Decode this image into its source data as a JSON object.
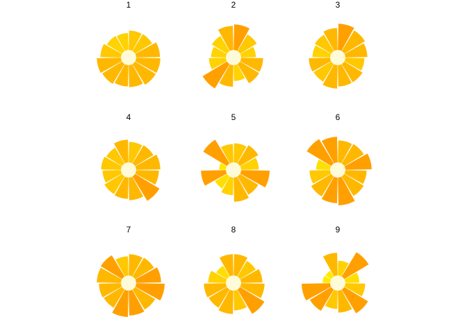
{
  "chart_data": {
    "type": "pie",
    "subtype": "radial flower glyphs (12 petals, radius = value)",
    "panels": [
      {
        "label": "1",
        "values": [
          0.75,
          0.76,
          0.87,
          0.88,
          0.88,
          0.82,
          0.8,
          0.85,
          0.88,
          0.78,
          0.7,
          0.68
        ]
      },
      {
        "label": "2",
        "values": [
          0.92,
          0.75,
          0.62,
          0.82,
          0.83,
          0.65,
          0.81,
          1.0,
          0.68,
          0.62,
          0.7,
          0.88
        ]
      },
      {
        "label": "3",
        "values": [
          0.94,
          0.88,
          0.82,
          0.74,
          0.8,
          0.8,
          0.86,
          0.78,
          0.8,
          0.7,
          0.74,
          0.82
        ]
      },
      {
        "label": "4",
        "values": [
          0.78,
          0.8,
          0.88,
          0.84,
          1.0,
          0.84,
          0.8,
          0.78,
          0.72,
          0.76,
          0.72,
          0.84
        ]
      },
      {
        "label": "5",
        "values": [
          0.74,
          0.8,
          0.7,
          1.0,
          0.8,
          0.88,
          0.7,
          0.6,
          0.9,
          0.4,
          0.98,
          0.72
        ]
      },
      {
        "label": "6",
        "values": [
          0.82,
          0.84,
          0.94,
          0.8,
          0.84,
          0.98,
          0.92,
          0.86,
          0.78,
          0.6,
          1.0,
          0.92
        ]
      },
      {
        "label": "7",
        "values": [
          0.8,
          0.82,
          0.9,
          1.0,
          0.86,
          0.9,
          0.94,
          0.8,
          0.82,
          0.88,
          0.9,
          0.74
        ]
      },
      {
        "label": "8",
        "values": [
          0.8,
          0.72,
          0.8,
          0.86,
          1.0,
          0.76,
          0.86,
          0.8,
          0.82,
          0.7,
          0.56,
          0.8
        ]
      },
      {
        "label": "9",
        "values": [
          0.62,
          1.0,
          0.6,
          0.76,
          0.98,
          0.82,
          0.72,
          0.9,
          1.0,
          0.42,
          0.4,
          0.84
        ]
      }
    ],
    "center_color": "#fffbd9",
    "petal_colors": [
      "#ffeb00",
      "#ffdf00",
      "#ffd200",
      "#ffc800",
      "#ffb800",
      "#ffa000"
    ]
  }
}
